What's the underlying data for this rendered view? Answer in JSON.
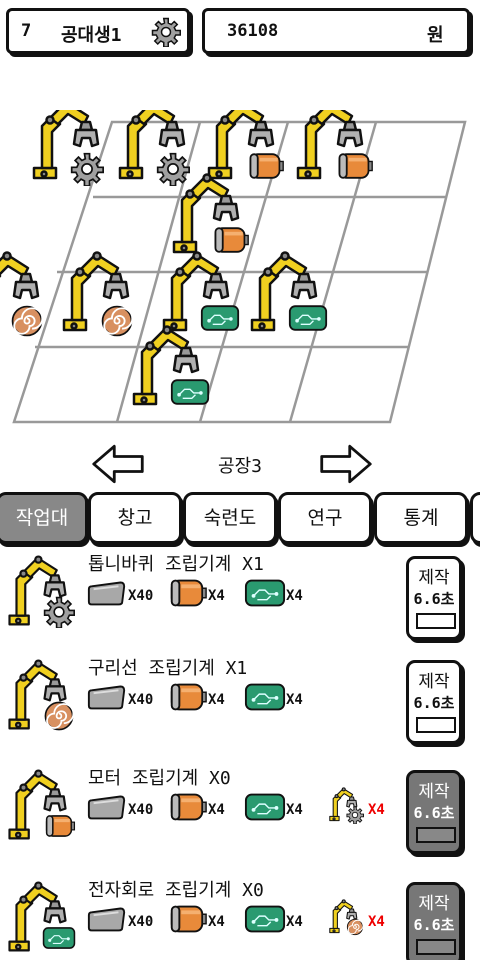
{
  "hud": {
    "level": "7",
    "player_name": "공대생1",
    "money": "36108",
    "currency": "원"
  },
  "factory": {
    "name": "공장3",
    "cells": [
      {
        "part": "gear"
      },
      {
        "part": "gear"
      },
      {
        "part": "motor"
      },
      {
        "part": "motor"
      },
      {
        "part": "motor"
      },
      {
        "part": "wire"
      },
      {
        "part": "wire"
      },
      {
        "part": "circuit"
      },
      {
        "part": "circuit"
      },
      {
        "part": "circuit"
      }
    ]
  },
  "tabs": [
    {
      "label": "작업대",
      "active": true
    },
    {
      "label": "창고",
      "active": false
    },
    {
      "label": "숙련도",
      "active": false
    },
    {
      "label": "연구",
      "active": false
    },
    {
      "label": "통계",
      "active": false
    }
  ],
  "recipes": [
    {
      "title": "톱니바퀴 조립기계 X1",
      "product_icon": "gear",
      "inputs": [
        {
          "icon": "plate-icon",
          "qty": "X40"
        },
        {
          "icon": "battery-icon",
          "qty": "X4"
        },
        {
          "icon": "circuit-icon",
          "qty": "X4"
        }
      ],
      "extra": null,
      "craft_label": "제작",
      "time": "6.6초",
      "enabled": true
    },
    {
      "title": "구리선 조립기계 X1",
      "product_icon": "wire",
      "inputs": [
        {
          "icon": "plate-icon",
          "qty": "X40"
        },
        {
          "icon": "battery-icon",
          "qty": "X4"
        },
        {
          "icon": "circuit-icon",
          "qty": "X4"
        }
      ],
      "extra": null,
      "craft_label": "제작",
      "time": "6.6초",
      "enabled": true
    },
    {
      "title": "모터 조립기계 X0",
      "product_icon": "motor",
      "inputs": [
        {
          "icon": "plate-icon",
          "qty": "X40"
        },
        {
          "icon": "battery-icon",
          "qty": "X4"
        },
        {
          "icon": "circuit-icon",
          "qty": "X4"
        }
      ],
      "extra": {
        "icon": "gear-machine-icon",
        "qty": "X4"
      },
      "craft_label": "제작",
      "time": "6.6초",
      "enabled": false
    },
    {
      "title": "전자회로 조립기계 X0",
      "product_icon": "circuit",
      "inputs": [
        {
          "icon": "plate-icon",
          "qty": "X40"
        },
        {
          "icon": "battery-icon",
          "qty": "X4"
        },
        {
          "icon": "circuit-icon",
          "qty": "X4"
        }
      ],
      "extra": {
        "icon": "wire-machine-icon",
        "qty": "X4"
      },
      "craft_label": "제작",
      "time": "6.6초",
      "enabled": false
    }
  ],
  "colors": {
    "machine_yellow": "#f0d020",
    "claw_gray": "#a8a8a8",
    "battery_orange": "#e88a3a",
    "circuit_green": "#2a9a70",
    "wire_copper": "#c9804a",
    "disabled_gray": "#777777",
    "warning_red": "#e00000"
  }
}
